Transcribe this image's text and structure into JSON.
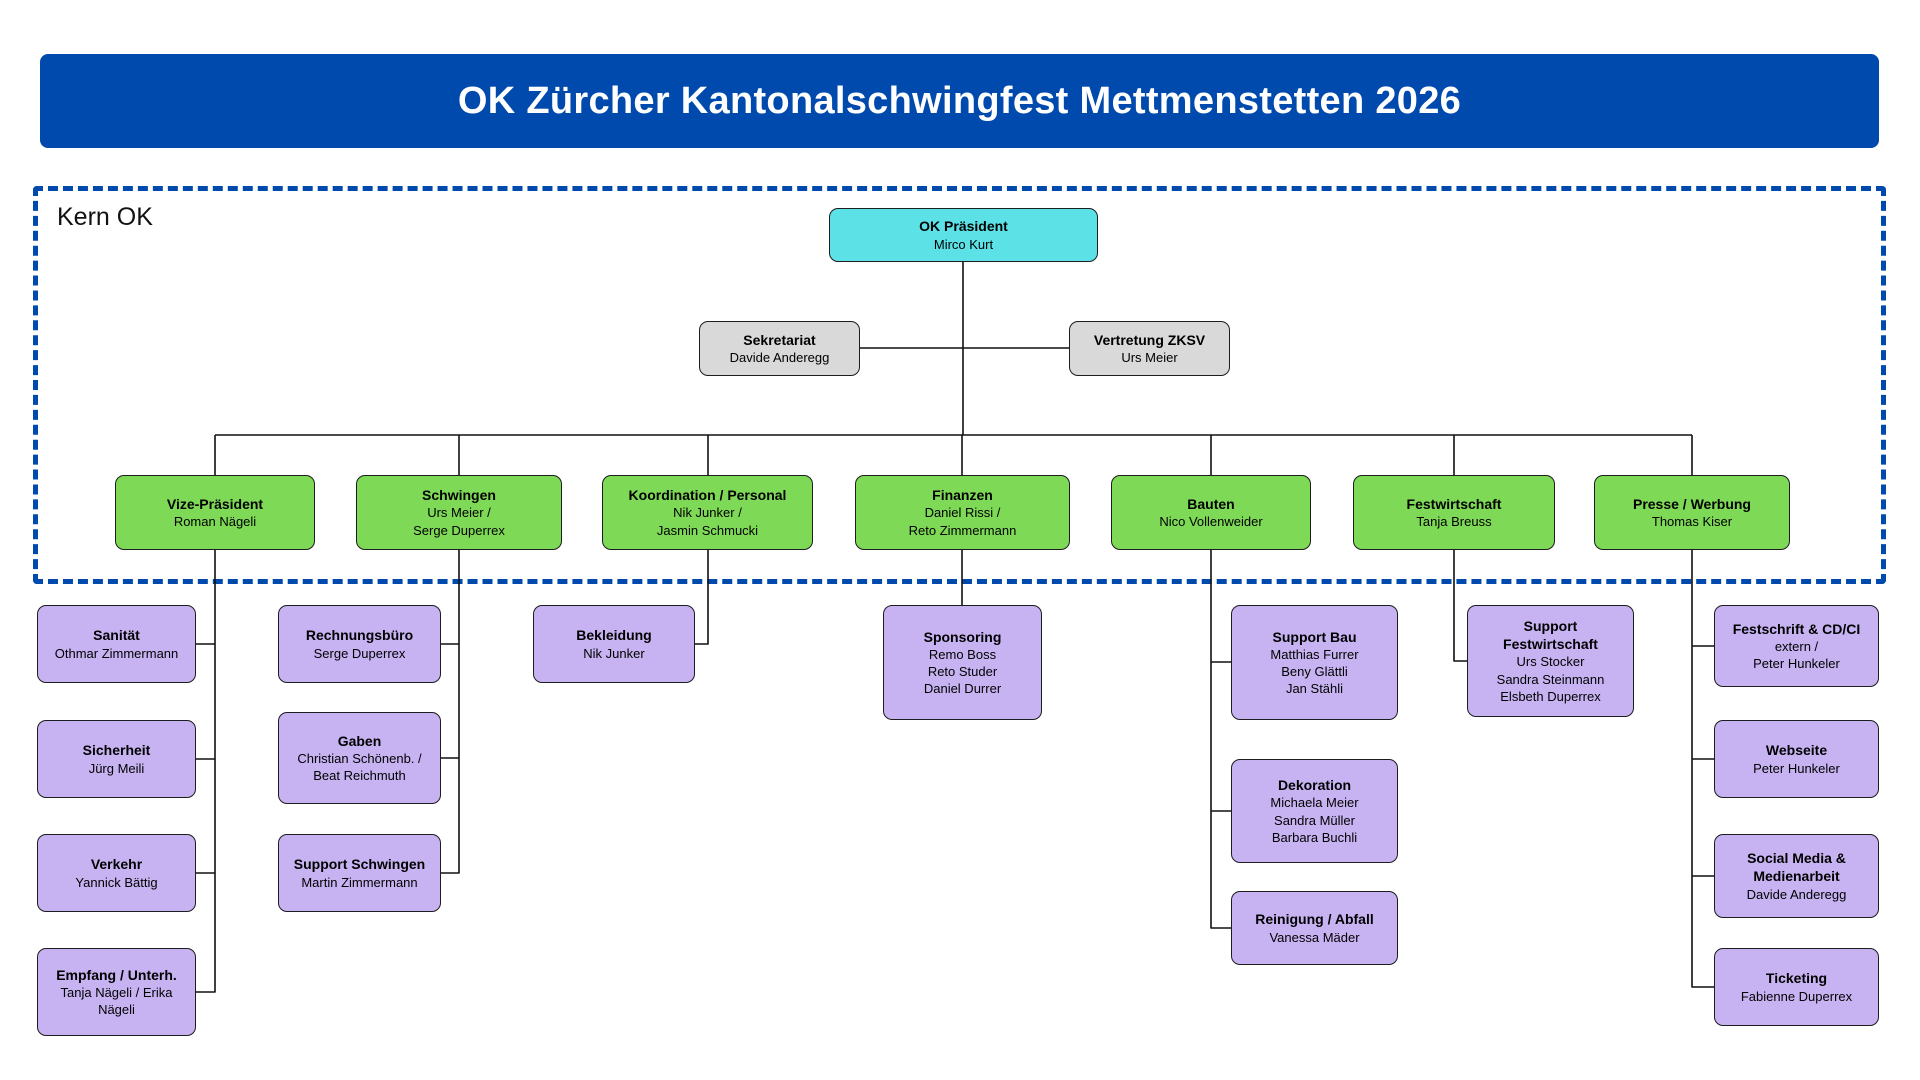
{
  "header": {
    "title": "OK Zürcher Kantonalschwingfest Mettmenstetten 2026"
  },
  "group_label": "Kern OK",
  "president": {
    "title": "OK Präsident",
    "names": [
      "Mirco Kurt"
    ]
  },
  "staff": [
    {
      "title": "Sekretariat",
      "names": [
        "Davide Anderegg"
      ]
    },
    {
      "title": "Vertretung ZKSV",
      "names": [
        "Urs Meier"
      ]
    }
  ],
  "departments": [
    {
      "title": "Vize-Präsident",
      "names": [
        "Roman Nägeli"
      ],
      "subunits": [
        {
          "title": "Sanität",
          "names": [
            "Othmar Zimmermann"
          ]
        },
        {
          "title": "Sicherheit",
          "names": [
            "Jürg Meili"
          ]
        },
        {
          "title": "Verkehr",
          "names": [
            "Yannick Bättig"
          ]
        },
        {
          "title": "Empfang / Unterh.",
          "names": [
            "Tanja Nägeli / Erika",
            "Nägeli"
          ]
        }
      ]
    },
    {
      "title": "Schwingen",
      "names": [
        "Urs Meier /",
        "Serge Duperrex"
      ],
      "subunits": [
        {
          "title": "Rechnungsbüro",
          "names": [
            "Serge Duperrex"
          ]
        },
        {
          "title": "Gaben",
          "names": [
            "Christian Schönenb. /",
            "Beat Reichmuth"
          ]
        },
        {
          "title": "Support Schwingen",
          "names": [
            "Martin Zimmermann"
          ]
        }
      ]
    },
    {
      "title": "Koordination / Personal",
      "names": [
        "Nik Junker /",
        "Jasmin Schmucki"
      ],
      "subunits": [
        {
          "title": "Bekleidung",
          "names": [
            "Nik Junker"
          ]
        }
      ]
    },
    {
      "title": "Finanzen",
      "names": [
        "Daniel Rissi /",
        "Reto Zimmermann"
      ],
      "subunits": [
        {
          "title": "Sponsoring",
          "names": [
            "Remo Boss",
            "Reto Studer",
            "Daniel Durrer"
          ]
        }
      ]
    },
    {
      "title": "Bauten",
      "names": [
        "Nico Vollenweider"
      ],
      "subunits": [
        {
          "title": "Support Bau",
          "names": [
            "Matthias Furrer",
            "Beny Glättli",
            "Jan Stähli"
          ]
        },
        {
          "title": "Dekoration",
          "names": [
            "Michaela Meier",
            "Sandra Müller",
            "Barbara Buchli"
          ]
        },
        {
          "title": "Reinigung / Abfall",
          "names": [
            "Vanessa Mäder"
          ]
        }
      ]
    },
    {
      "title": "Festwirtschaft",
      "names": [
        "Tanja Breuss"
      ],
      "subunits": [
        {
          "title": "Support Festwirtschaft",
          "names": [
            "Urs Stocker",
            "Sandra Steinmann",
            "Elsbeth Duperrex"
          ]
        }
      ]
    },
    {
      "title": "Presse / Werbung",
      "names": [
        "Thomas Kiser"
      ],
      "subunits": [
        {
          "title": "Festschrift & CD/CI",
          "names": [
            "extern /",
            "Peter Hunkeler"
          ]
        },
        {
          "title": "Webseite",
          "names": [
            "Peter Hunkeler"
          ]
        },
        {
          "title": "Social Media & Medienarbeit",
          "names": [
            "Davide Anderegg"
          ]
        },
        {
          "title": "Ticketing",
          "names": [
            "Fabienne Duperrex"
          ]
        }
      ]
    }
  ],
  "colors": {
    "header_bg": "#004aad",
    "frame_border": "#004aad",
    "president_fill": "#5ce1e6",
    "staff_fill": "#d9d9d9",
    "department_fill": "#7ed957",
    "subunit_fill": "#c8b3f2",
    "line": "#111111"
  }
}
